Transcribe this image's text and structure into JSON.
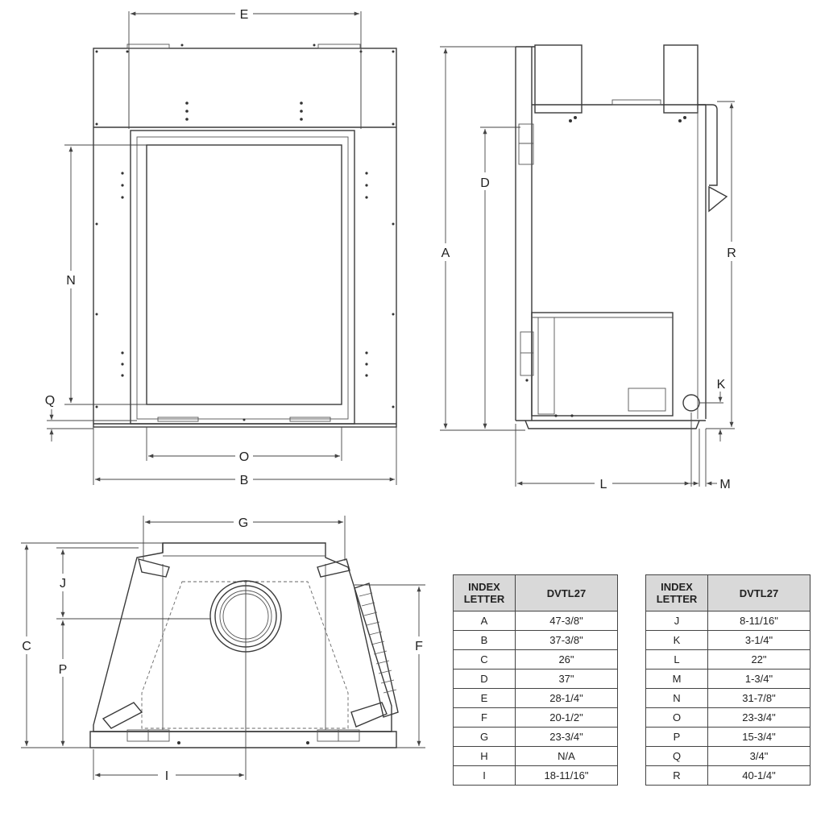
{
  "labels": {
    "A": "A",
    "B": "B",
    "C": "C",
    "D": "D",
    "E": "E",
    "F": "F",
    "G": "G",
    "I": "I",
    "J": "J",
    "K": "K",
    "L": "L",
    "M": "M",
    "N": "N",
    "O": "O",
    "P": "P",
    "Q": "Q",
    "R": "R"
  },
  "table_left": {
    "header_index": "INDEX LETTER",
    "header_model": "DVTL27",
    "rows": [
      {
        "letter": "A",
        "value": "47-3/8\""
      },
      {
        "letter": "B",
        "value": "37-3/8\""
      },
      {
        "letter": "C",
        "value": "26\""
      },
      {
        "letter": "D",
        "value": "37\""
      },
      {
        "letter": "E",
        "value": "28-1/4\""
      },
      {
        "letter": "F",
        "value": "20-1/2\""
      },
      {
        "letter": "G",
        "value": "23-3/4\""
      },
      {
        "letter": "H",
        "value": "N/A"
      },
      {
        "letter": "I",
        "value": "18-11/16\""
      }
    ]
  },
  "table_right": {
    "header_index": "INDEX LETTER",
    "header_model": "DVTL27",
    "rows": [
      {
        "letter": "J",
        "value": "8-11/16\""
      },
      {
        "letter": "K",
        "value": "3-1/4\""
      },
      {
        "letter": "L",
        "value": "22\""
      },
      {
        "letter": "M",
        "value": "1-3/4\""
      },
      {
        "letter": "N",
        "value": "31-7/8\""
      },
      {
        "letter": "O",
        "value": "23-3/4\""
      },
      {
        "letter": "P",
        "value": "15-3/4\""
      },
      {
        "letter": "Q",
        "value": "3/4\""
      },
      {
        "letter": "R",
        "value": "40-1/4\""
      }
    ]
  }
}
